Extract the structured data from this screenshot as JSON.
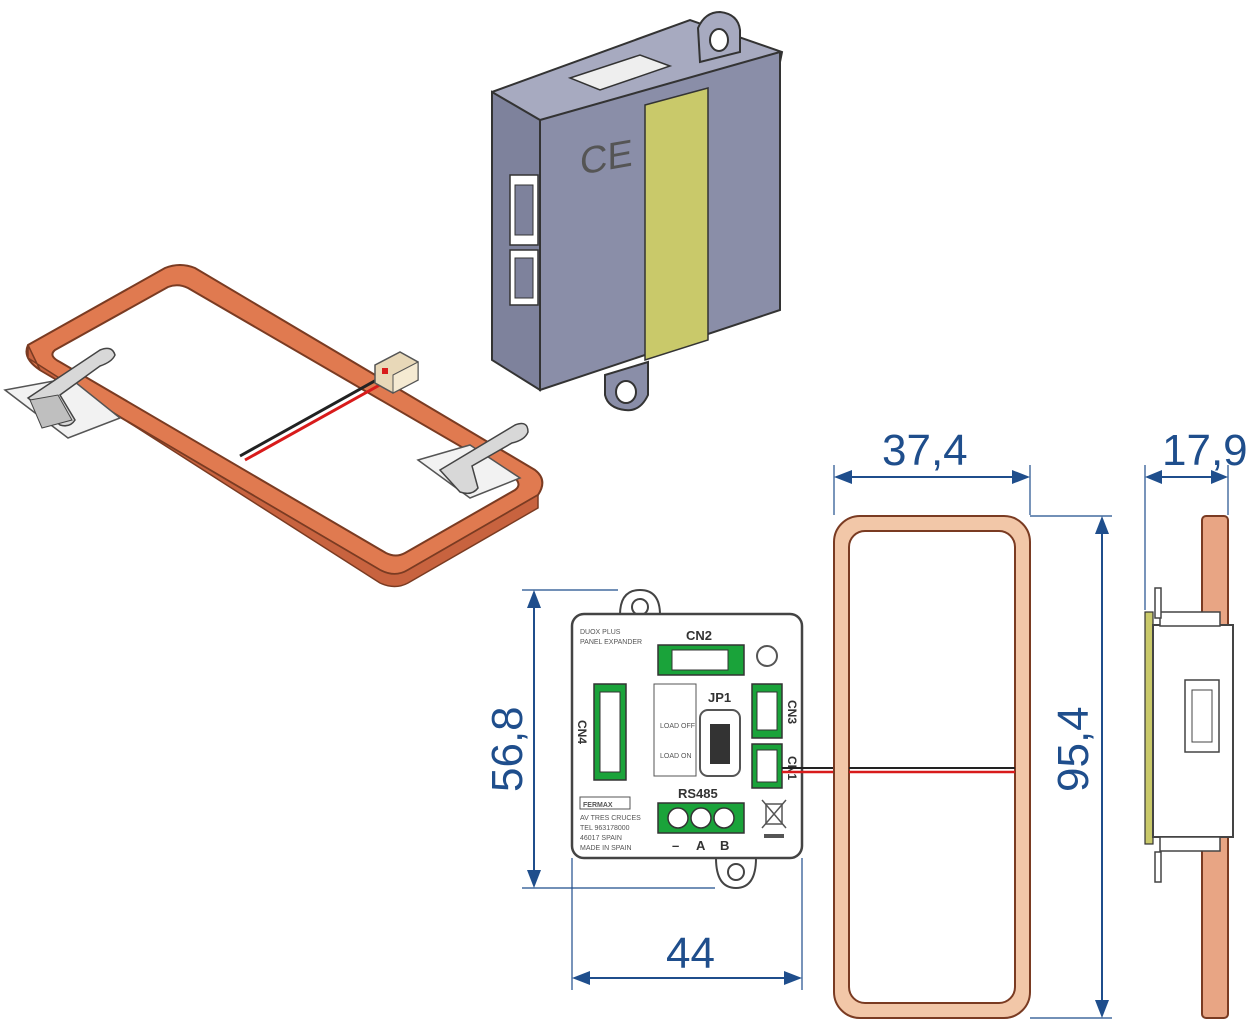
{
  "dimensions": {
    "coil_width": "37,4",
    "side_thickness": "17,9",
    "module_height": "56,8",
    "coil_height": "95,4",
    "module_width": "44"
  },
  "module_labels": {
    "cn1": "CN1",
    "cn2": "CN2",
    "cn3": "CN3",
    "cn4": "CN4",
    "jp1": "JP1",
    "rs485": "RS485",
    "terminal_minus": "–",
    "terminal_a": "A",
    "terminal_b": "B",
    "load_off": "LOAD OFF",
    "load_on": "LOAD ON",
    "brand": "FERMAX",
    "ce_mark": "CE"
  },
  "colors": {
    "dimension_blue": "#1f4e8c",
    "coil_copper": "#e07a50",
    "housing_grey": "#8a8ea8",
    "label_yellow": "#c9c96a",
    "connector_green": "#1aa33a",
    "wire_red": "#d81b1b"
  }
}
